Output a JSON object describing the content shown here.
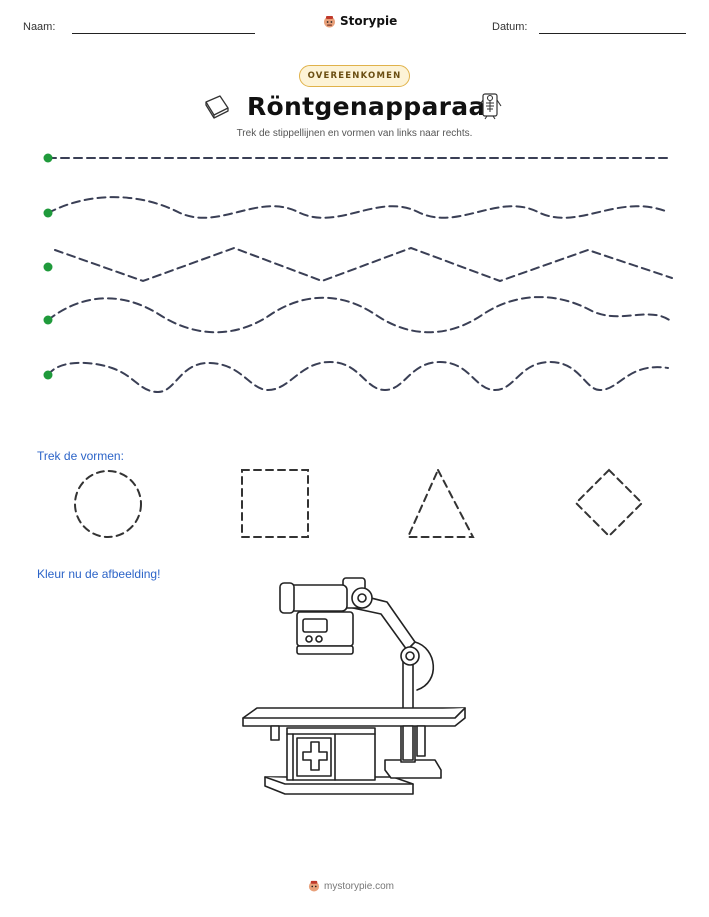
{
  "header": {
    "name_label": "Naam:",
    "brand": "Storypie",
    "date_label": "Datum:"
  },
  "badge": "OVEREENKOMEN",
  "title": "Röntgenapparaat",
  "subtitle": "Trek de stippellijnen en vormen van links naar rechts.",
  "sections": {
    "shapes_heading": "Trek de vormen:",
    "color_heading": "Kleur nu de afbeelding!"
  },
  "tracing": {
    "line_color": "#3a3f55",
    "start_dot_color": "#1f9a3b",
    "rows": [
      "straight",
      "gentle-wave",
      "zigzag",
      "wave",
      "bumpy-wave"
    ]
  },
  "shapes": [
    "circle",
    "square",
    "triangle",
    "diamond"
  ],
  "illustration": "x-ray-machine",
  "footer": "mystorypie.com"
}
